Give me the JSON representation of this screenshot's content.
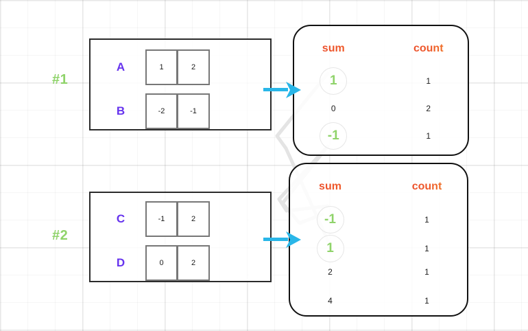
{
  "diagram": {
    "title": "sum-count aggregation diagram",
    "colors": {
      "group_tag": "#8fd36a",
      "row_label": "#6633ee",
      "header": "#e8432e",
      "highlight_value": "#8fd36a",
      "arrow": "#29b6e8",
      "connector": "#e2e2e2",
      "box_border": "#2b2b2b",
      "cell_border": "#777777"
    },
    "groups": [
      {
        "tag": "#1",
        "rows": [
          {
            "label": "A",
            "cells": [
              "1",
              "2"
            ]
          },
          {
            "label": "B",
            "cells": [
              "-2",
              "-1"
            ]
          }
        ]
      },
      {
        "tag": "#2",
        "rows": [
          {
            "label": "C",
            "cells": [
              "-1",
              "2"
            ]
          },
          {
            "label": "D",
            "cells": [
              "0",
              "2"
            ]
          }
        ]
      }
    ],
    "panels": [
      {
        "headers": [
          "sum",
          "count"
        ],
        "rows": [
          {
            "sum": "1",
            "count": "1",
            "highlight": true
          },
          {
            "sum": "0",
            "count": "2",
            "highlight": false
          },
          {
            "sum": "-1",
            "count": "1",
            "highlight": true
          }
        ]
      },
      {
        "headers": [
          "sum",
          "count"
        ],
        "rows": [
          {
            "sum": "-1",
            "count": "1",
            "highlight": true
          },
          {
            "sum": "1",
            "count": "1",
            "highlight": true
          },
          {
            "sum": "2",
            "count": "1",
            "highlight": false
          },
          {
            "sum": "4",
            "count": "1",
            "highlight": false
          }
        ]
      }
    ],
    "arrows": [
      {
        "name": "arrow-group-1-to-panel-1"
      },
      {
        "name": "arrow-group-2-to-panel-2"
      }
    ],
    "connectors": [
      {
        "from": "panel-1-sum-1",
        "to": "panel-2-sum-1"
      },
      {
        "from": "panel-1-sum--1",
        "to": "panel-2-sum--1"
      }
    ]
  }
}
